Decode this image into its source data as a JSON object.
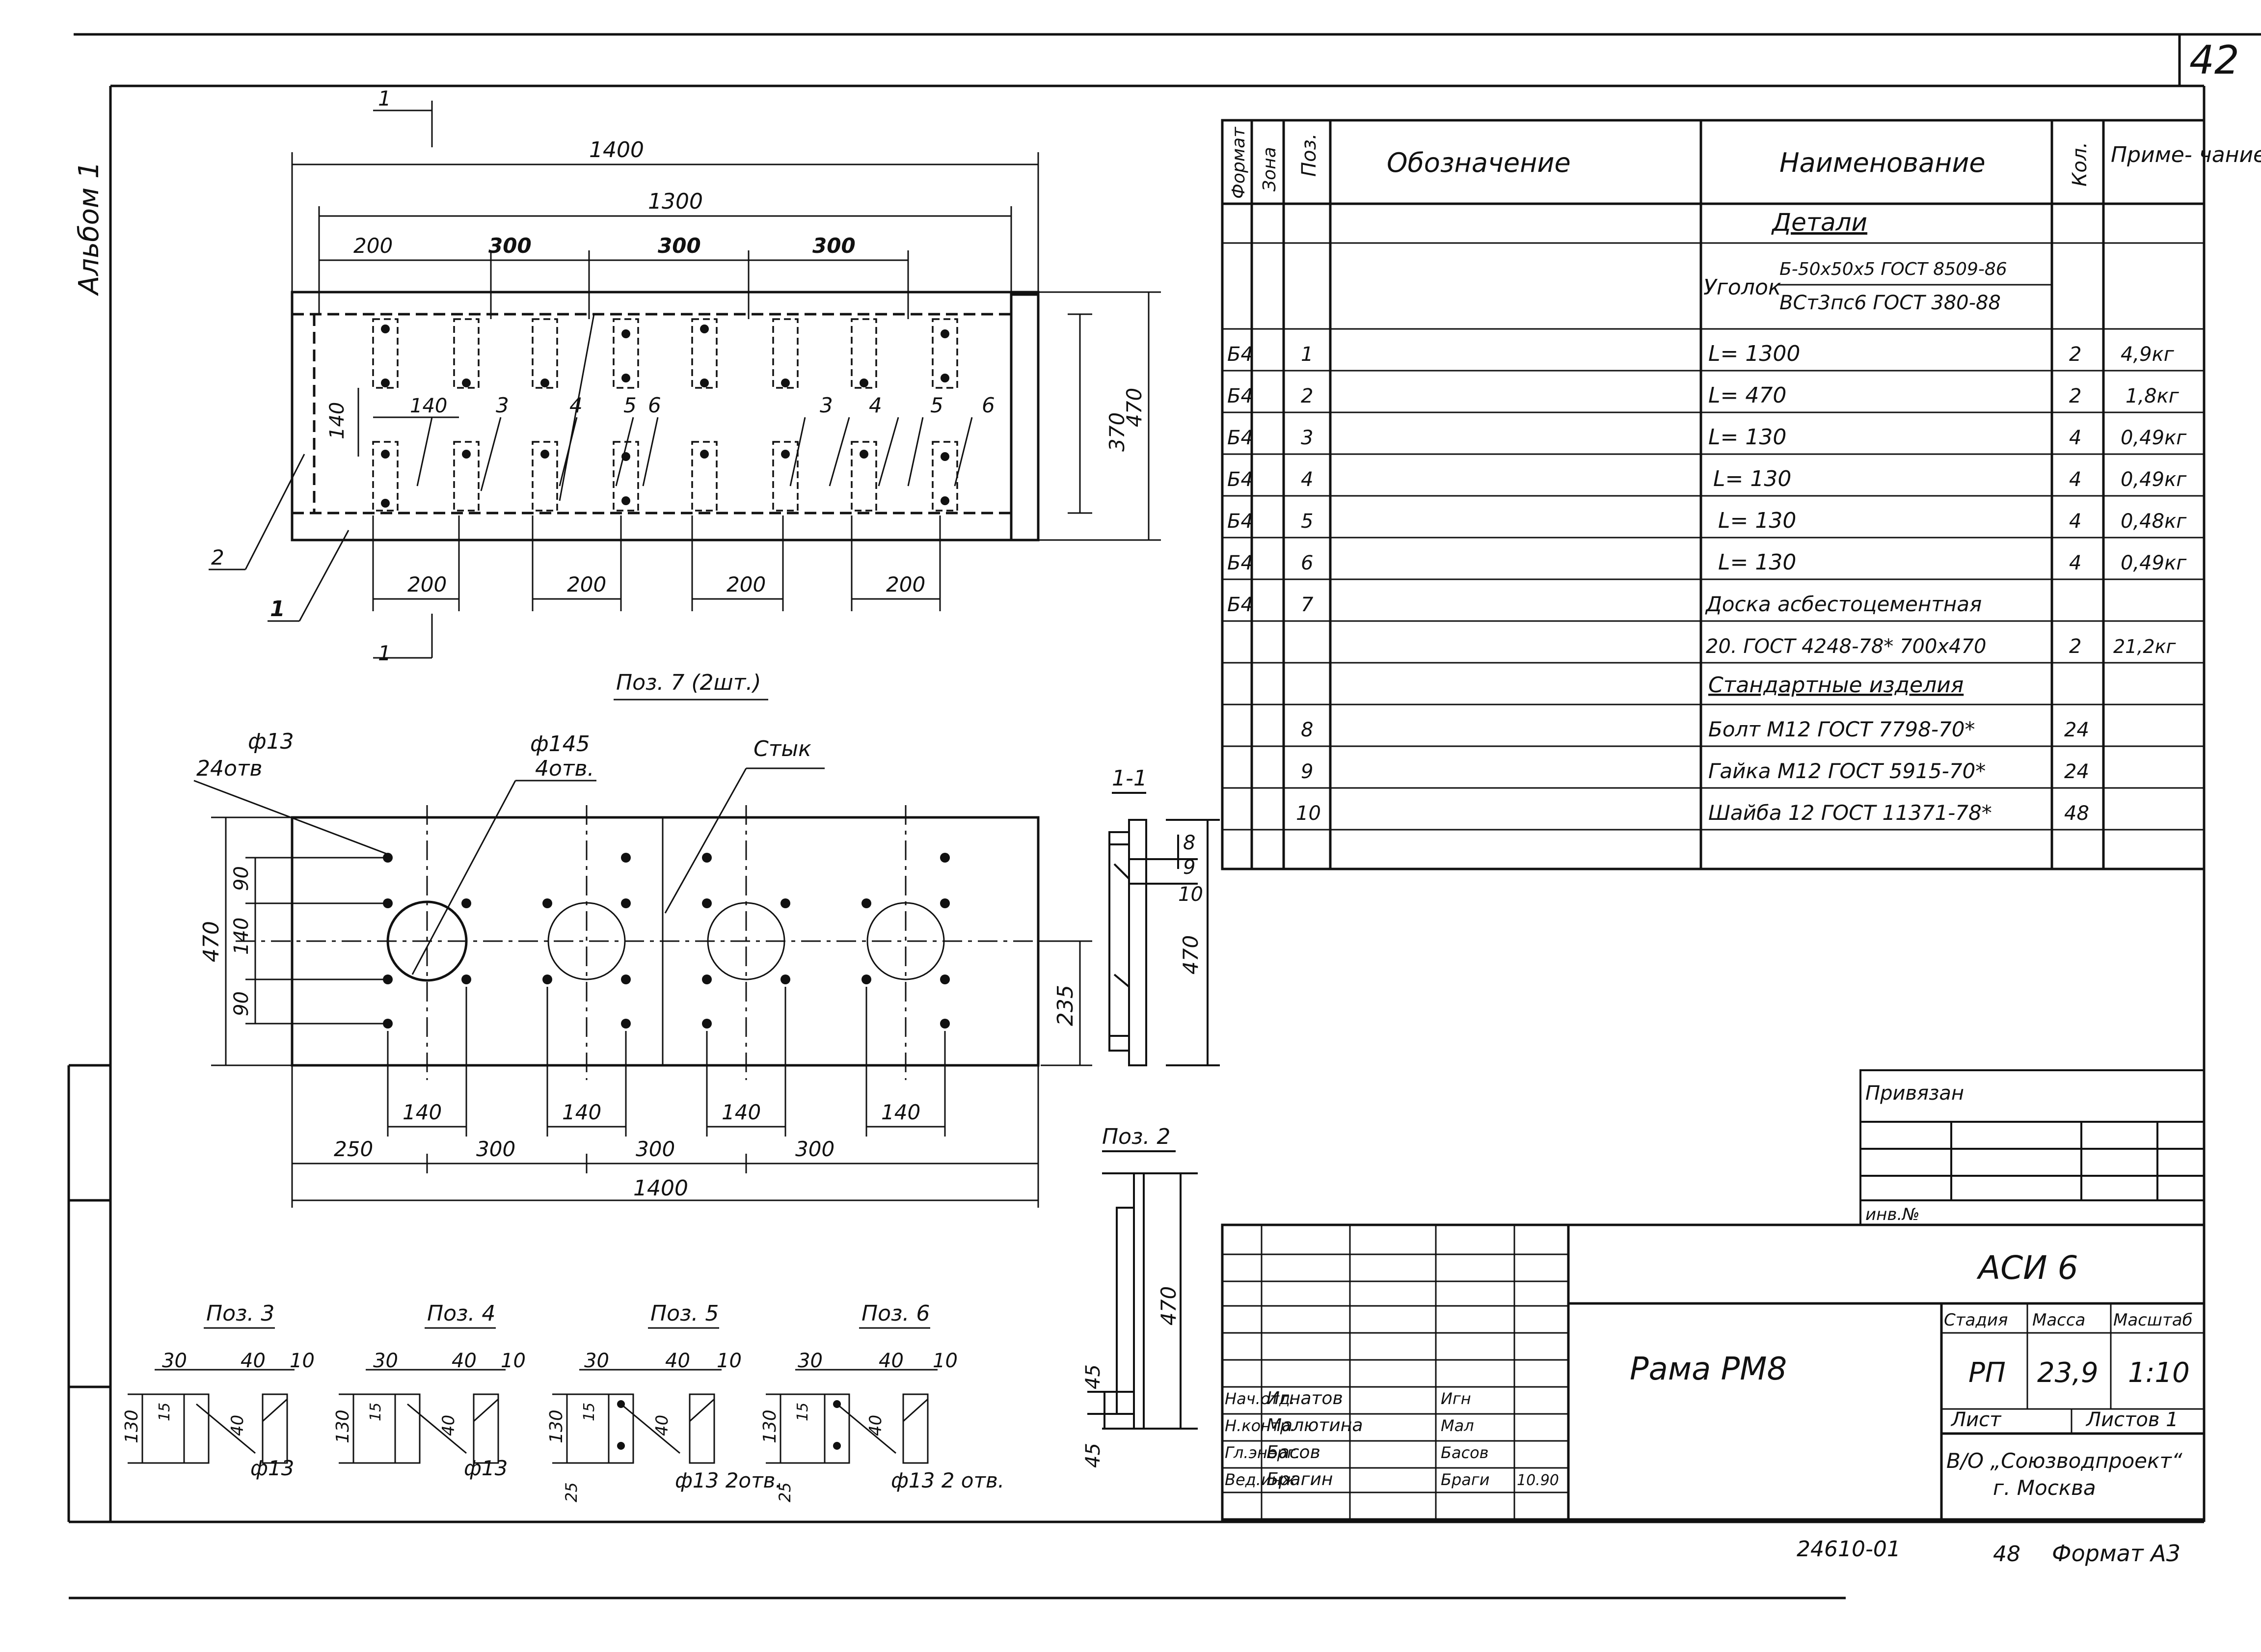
{
  "sheet": {
    "page_number": "42",
    "album_label": "Альбом 1",
    "bottom_number": "24610-01",
    "bottom_page": "48",
    "format": "Формат А3"
  },
  "plan": {
    "section_mark": "1",
    "dim_1400": "1400",
    "dim_1300": "1300",
    "dims_top": [
      "200",
      "300",
      "300",
      "300"
    ],
    "dim_370": "370",
    "dim_470": "470",
    "dim_140_h": "140",
    "dim_140_v": "140",
    "dims_bottom": [
      "200",
      "200",
      "200",
      "200"
    ],
    "callouts_left": [
      "3",
      "4",
      "5",
      "6"
    ],
    "callouts_right": [
      "3",
      "4",
      "5",
      "6"
    ],
    "callout_2": "2",
    "callout_1": "1",
    "caption": "Поз. 7 (2шт.)"
  },
  "board": {
    "hole_small": "ф13",
    "hole_small_count": "24отв",
    "hole_big": "ф145",
    "hole_big_count": "4отв.",
    "joint": "Стык",
    "dims_v": [
      "90",
      "140",
      "90"
    ],
    "dim_470": "470",
    "dim_235": "235",
    "dims_140": [
      "140",
      "140",
      "140",
      "140"
    ],
    "dims_bottom": [
      "250",
      "300",
      "300",
      "300"
    ],
    "dim_1400": "1400"
  },
  "section_1_1": {
    "title": "1-1",
    "items": [
      "8",
      "9",
      "10"
    ],
    "dim_470": "470"
  },
  "pos2": {
    "title": "Поз. 2",
    "dim_470": "470",
    "dim_45a": "45",
    "dim_45b": "45"
  },
  "small_parts": [
    {
      "title": "Поз. 3",
      "d30": "30",
      "d40": "40",
      "d10": "10",
      "d130": "130",
      "d15": "15",
      "d40v": "40",
      "hole": "ф13",
      "d25": ""
    },
    {
      "title": "Поз. 4",
      "d30": "30",
      "d40": "40",
      "d10": "10",
      "d130": "130",
      "d15": "15",
      "d40v": "40",
      "hole": "ф13",
      "d25": ""
    },
    {
      "title": "Поз. 5",
      "d30": "30",
      "d40": "40",
      "d10": "10",
      "d130": "130",
      "d15": "15",
      "d40v": "40",
      "hole": "ф13 2отв.",
      "d25": "25"
    },
    {
      "title": "Поз. 6",
      "d30": "30",
      "d40": "40",
      "d10": "10",
      "d130": "130",
      "d15": "15",
      "d40v": "40",
      "hole": "ф13 2 отв.",
      "d25": "25"
    }
  ],
  "spec": {
    "headers": {
      "format": "Формат",
      "zone": "Зона",
      "pos": "Поз.",
      "designation": "Обозначение",
      "name": "Наименование",
      "qty": "Кол.",
      "note": "Приме- чание"
    },
    "rows": [
      {
        "format": "",
        "pos": "",
        "name": "Детали",
        "qty": "",
        "note": "",
        "style": "heading"
      },
      {
        "format": "",
        "pos": "",
        "name": "Уголок",
        "name_top": "Б-50х50х5 ГОСТ 8509-86",
        "name_bottom": "ВСт3пс6 ГОСТ 380-88",
        "qty": "",
        "note": "",
        "style": "fraction"
      },
      {
        "format": "Б4",
        "pos": "1",
        "name": "L= 1300",
        "qty": "2",
        "note": "4,9кг",
        "style": "normal"
      },
      {
        "format": "Б4",
        "pos": "2",
        "name": "L= 470",
        "qty": "2",
        "note": "1,8кг",
        "style": "normal"
      },
      {
        "format": "Б4",
        "pos": "3",
        "name": "L= 130",
        "qty": "4",
        "note": "0,49кг",
        "style": "normal"
      },
      {
        "format": "Б4",
        "pos": "4",
        "name": "L= 130",
        "qty": "4",
        "note": "0,49кг",
        "style": "normal"
      },
      {
        "format": "Б4",
        "pos": "5",
        "name": "L= 130",
        "qty": "4",
        "note": "0,48кг",
        "style": "normal"
      },
      {
        "format": "Б4",
        "pos": "6",
        "name": "L= 130",
        "qty": "4",
        "note": "0,49кг",
        "style": "normal"
      },
      {
        "format": "Б4",
        "pos": "7",
        "name": "Доска асбестоцементная",
        "qty": "",
        "note": "",
        "style": "normal"
      },
      {
        "format": "",
        "pos": "",
        "name": "20. ГОСТ 4248-78* 700х470",
        "qty": "2",
        "note": "21,2кг",
        "style": "normal"
      },
      {
        "format": "",
        "pos": "",
        "name": "Стандартные изделия",
        "qty": "",
        "note": "",
        "style": "heading"
      },
      {
        "format": "",
        "pos": "8",
        "name": "Болт М12 ГОСТ 7798-70*",
        "qty": "24",
        "note": "",
        "style": "normal"
      },
      {
        "format": "",
        "pos": "9",
        "name": "Гайка М12 ГОСТ 5915-70*",
        "qty": "24",
        "note": "",
        "style": "normal"
      },
      {
        "format": "",
        "pos": "10",
        "name": "Шайба 12 ГОСТ 11371-78*",
        "qty": "48",
        "note": "",
        "style": "normal"
      },
      {
        "format": "",
        "pos": "",
        "name": "",
        "qty": "",
        "note": "",
        "style": "normal"
      }
    ]
  },
  "binding": {
    "label": "Привязан",
    "inv_label": "инв.№"
  },
  "title_block": {
    "code": "АСИ 6",
    "title": "Рама РМ8",
    "stage_label": "Стадия",
    "mass_label": "Масса",
    "scale_label": "Масштаб",
    "stage": "РП",
    "mass": "23,9",
    "scale": "1:10",
    "sheet_label": "Лист",
    "sheets_label": "Листов 1",
    "org_line1": "В/О „Союзводпроект“",
    "org_line2": "г. Москва",
    "signatures": [
      {
        "role": "Нач.отд.",
        "name": "Игнатов",
        "sign": "Игн",
        "date": ""
      },
      {
        "role": "Н.контр.",
        "name": "Малютина",
        "sign": "Мал",
        "date": ""
      },
      {
        "role": "Гл.энерг.",
        "name": "Басов",
        "sign": "Басов",
        "date": ""
      },
      {
        "role": "Вед.инж.",
        "name": "Брагин",
        "sign": "Браги",
        "date": "10.90"
      }
    ]
  }
}
